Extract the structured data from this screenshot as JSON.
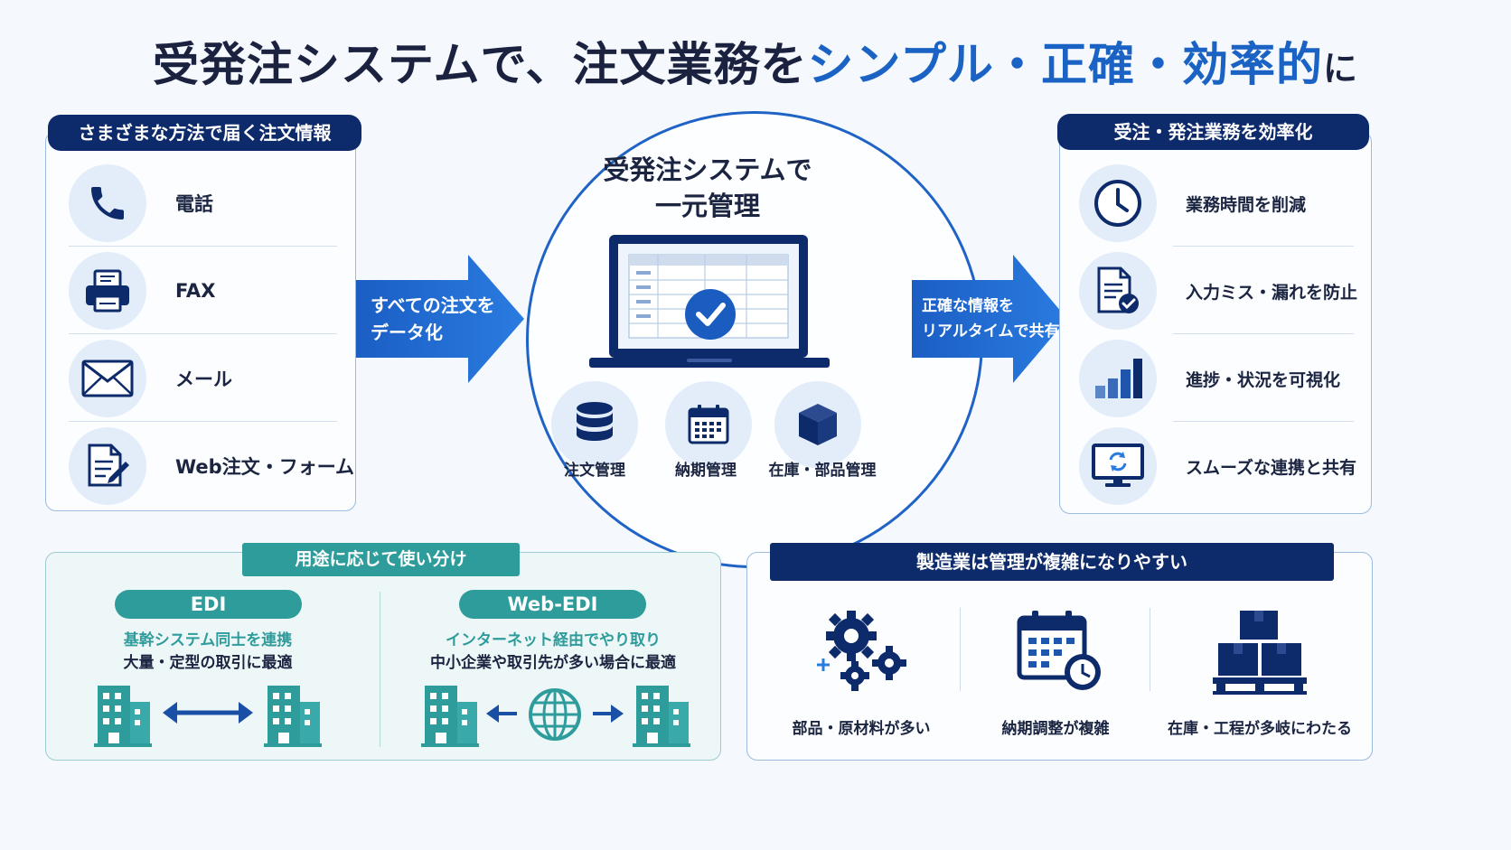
{
  "title": {
    "part1": "受発注システムで、注文業務を",
    "accent": "シンプル・正確・効率的",
    "part2": "に"
  },
  "left_panel": {
    "heading": "さまざまな方法で届く注文情報",
    "items": [
      {
        "label": "電話",
        "icon": "phone-icon"
      },
      {
        "label": "FAX",
        "icon": "fax-icon"
      },
      {
        "label": "メール",
        "icon": "mail-icon"
      },
      {
        "label": "Web注文・フォーム",
        "icon": "document-pen-icon"
      }
    ]
  },
  "arrow_left": {
    "line1": "すべての注文を",
    "line2": "データ化"
  },
  "center": {
    "title_line1": "受発注システムで",
    "title_line2": "一元管理",
    "modules": [
      {
        "label": "注文管理",
        "icon": "database-icon"
      },
      {
        "label": "納期管理",
        "icon": "calendar-icon"
      },
      {
        "label": "在庫・部品管理",
        "icon": "box-icon"
      }
    ]
  },
  "arrow_right": {
    "line1": "正確な情報を",
    "line2": "リアルタイムで共有"
  },
  "right_panel": {
    "heading": "受注・発注業務を効率化",
    "items": [
      {
        "label": "業務時間を削減",
        "icon": "clock-icon"
      },
      {
        "label": "入力ミス・漏れを防止",
        "icon": "document-check-icon"
      },
      {
        "label": "進捗・状況を可視化",
        "icon": "bar-chart-icon"
      },
      {
        "label": "スムーズな連携と共有",
        "icon": "monitor-sync-icon"
      }
    ]
  },
  "usage_panel": {
    "heading": "用途に応じて使い分け",
    "edi": {
      "label": "EDI",
      "line1": "基幹システム同士を連携",
      "line2": "大量・定型の取引に最適"
    },
    "webedi": {
      "label": "Web-EDI",
      "line1": "インターネット経由でやり取り",
      "line2": "中小企業や取引先が多い場合に最適"
    }
  },
  "mfg_panel": {
    "heading": "製造業は管理が複雑になりやすい",
    "items": [
      {
        "label": "部品・原材料が多い",
        "icon": "gears-icon"
      },
      {
        "label": "納期調整が複雑",
        "icon": "calendar-clock-icon"
      },
      {
        "label": "在庫・工程が多岐にわたる",
        "icon": "pallet-boxes-icon"
      }
    ]
  },
  "colors": {
    "navy": "#0d2a6b",
    "accent_blue": "#1a63c4",
    "teal": "#2f9c9c",
    "icon_bg": "#e2edf9"
  }
}
